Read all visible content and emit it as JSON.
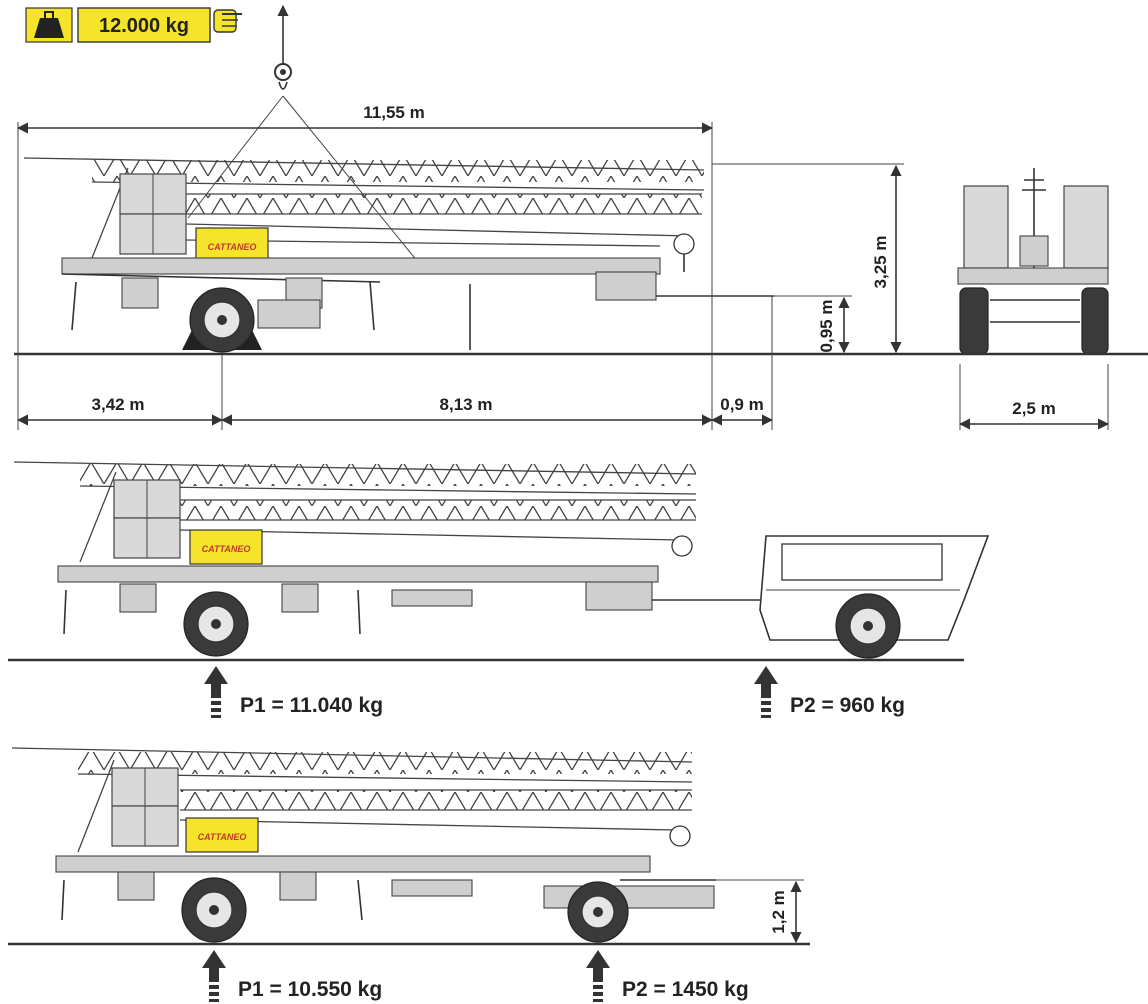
{
  "capacity": {
    "value": "12.000 kg",
    "weight_icon": "weight-icon",
    "hand_icon": "pointing-hand-icon"
  },
  "brand": "CATTANEO",
  "dimensions": {
    "length": "11,55 m",
    "height": "3,25 m",
    "hitch_height": "0,95 m",
    "front_overhang": "3,42 m",
    "axle_to_end": "8,13 m",
    "drawbar": "0,9 m",
    "width": "2,5 m",
    "dolly_height": "1,2 m"
  },
  "loads": {
    "config2": {
      "p1": "P1 = 11.040 kg",
      "p2": "P2 = 960 kg"
    },
    "config3": {
      "p1": "P1 = 10.550 kg",
      "p2": "P2 = 1450 kg"
    }
  },
  "colors": {
    "accent_yellow": "#f5e42a",
    "brand_red": "#c0392b"
  }
}
